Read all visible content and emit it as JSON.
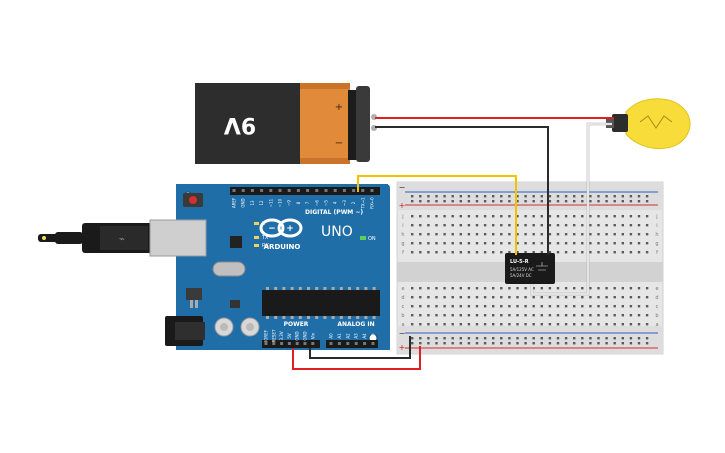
{
  "battery": {
    "label": "9V",
    "plus": "+",
    "minus": "−"
  },
  "arduino": {
    "brand": "ARDUINO",
    "model": "UNO",
    "on_label": "ON",
    "digital_header": "DIGITAL (PWM ~)",
    "power_header": "POWER",
    "analog_header": "ANALOG IN",
    "led_l": "L",
    "led_tx": "TX",
    "led_rx": "RX",
    "digital_pins": [
      "AREF",
      "GND",
      "13",
      "12",
      "~11",
      "~10",
      "~9",
      "8",
      "7",
      "~6",
      "~5",
      "4",
      "~3",
      "2",
      "TX→1",
      "RX←0"
    ],
    "power_pins": [
      "IOREF",
      "RESET",
      "3.3V",
      "5V",
      "GND",
      "GND",
      "Vin"
    ],
    "analog_pins": [
      "A0",
      "A1",
      "A2",
      "A3",
      "A4",
      "A5"
    ]
  },
  "relay": {
    "line1": "LU-5-R",
    "line2": "5A/125V AC",
    "line3": "5A/24V DC"
  },
  "breadboard": {
    "row_letters_top": [
      "j",
      "i",
      "h",
      "g",
      "f"
    ],
    "row_letters_bottom": [
      "e",
      "d",
      "c",
      "b",
      "a"
    ],
    "plus": "+",
    "minus": "−"
  },
  "colors": {
    "wire_red": "#e02020",
    "wire_black": "#2a2a2a",
    "wire_yellow": "#f2c200",
    "wire_white": "#f4f4f4",
    "arduino_blue": "#1f6ea8",
    "battery_orange": "#e08a3a",
    "bulb_yellow": "#f7dc3a"
  }
}
